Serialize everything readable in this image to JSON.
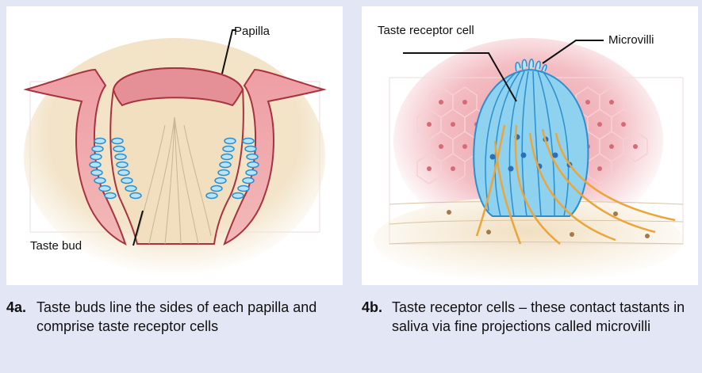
{
  "panel_a": {
    "labels": {
      "papilla": "Papilla",
      "taste_bud": "Taste bud"
    },
    "caption": {
      "number": "4a.",
      "text": "Taste buds line the sides of each papilla and comprise taste receptor cells"
    }
  },
  "panel_b": {
    "labels": {
      "taste_receptor_cell": "Taste receptor cell",
      "microvilli": "Microvilli"
    },
    "caption": {
      "number": "4b.",
      "text": "Taste receptor cells – these contact tastants in saliva via fine projections called microvilli"
    }
  },
  "colors": {
    "background": "#e3e6f4",
    "panel": "#ffffff",
    "tissue_pink": "#e58f97",
    "tissue_dark": "#a8323f",
    "base_tan": "#f0dfbf",
    "cell_blue": "#8fd2f0",
    "cell_outline": "#2a8fd0",
    "nerve_orange": "#eca53a"
  }
}
